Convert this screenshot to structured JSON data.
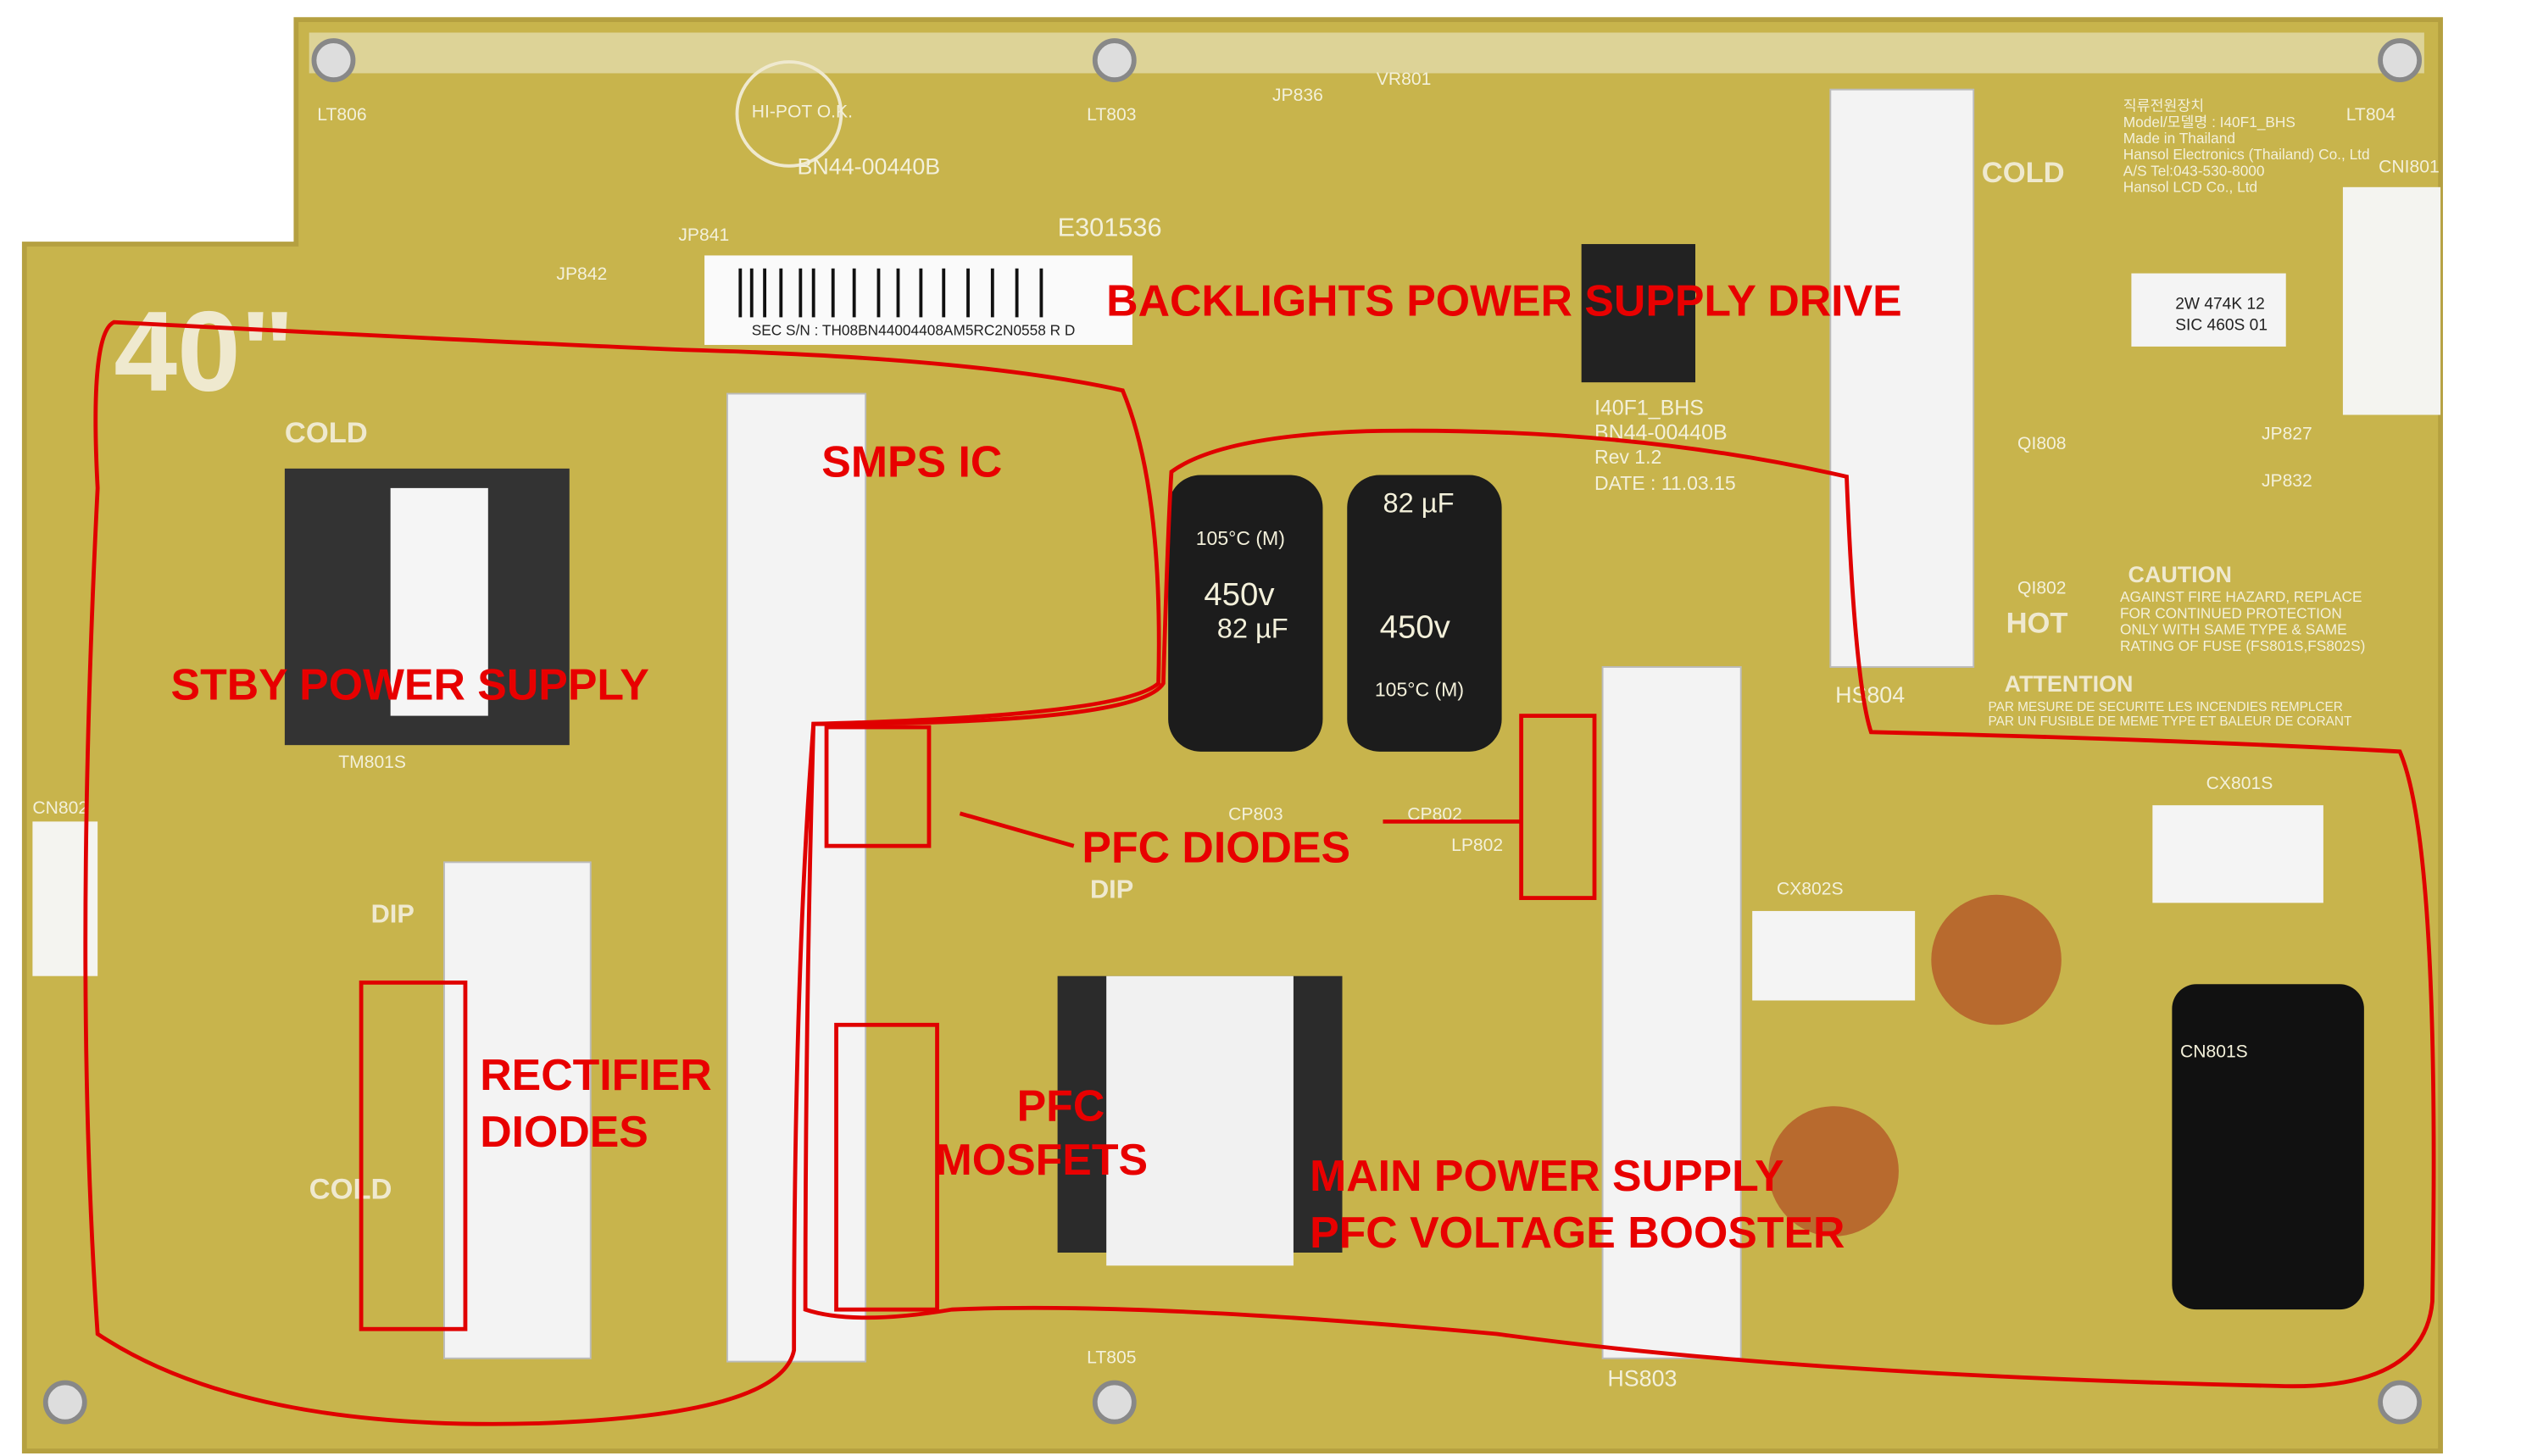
{
  "board": {
    "size_mark": "40\"",
    "part_number": "BN44-00440B",
    "hipot": "HI-POT O.K.",
    "ul_code": "E301536",
    "serial": "SEC S/N : TH08BN44004408AM5RC2N0558   R D",
    "model_block": [
      "직류전원장치",
      "Model/모델명 : I40F1_BHS",
      "Made in Thailand",
      "Hansol Electronics (Thailand) Co., Ltd",
      "A/S Tel:043-530-8000",
      "Hansol LCD Co., Ltd"
    ],
    "rev_block": [
      "I40F1_BHS",
      "BN44-00440B",
      "Rev 1.2",
      "DATE : 11.03.15"
    ],
    "caution_title": "CAUTION",
    "caution_lines": [
      "AGAINST FIRE HAZARD, REPLACE",
      "FOR CONTINUED PROTECTION",
      "ONLY WITH SAME TYPE & SAME",
      "RATING OF FUSE (FS801S,FS802S)"
    ],
    "attention_title": "ATTENTION",
    "attention_lines": [
      "PAR MESURE DE SECURITE LES INCENDIES REMPLCER",
      "PAR UN FUSIBLE DE MEME TYPE ET BALEUR DE CORANT"
    ],
    "cold": "COLD",
    "hot": "HOT",
    "dip": "DIP",
    "labels": [
      "LT806",
      "LT803",
      "LT804",
      "CNI801",
      "HS804",
      "HS803",
      "LT805",
      "CN802",
      "TM801S",
      "JP836",
      "VR801",
      "JP842",
      "JP841",
      "JP827",
      "JP832",
      "CX801S",
      "CX802S",
      "CN801S",
      "LP802",
      "CP803",
      "CP802",
      "QI808",
      "QI802"
    ],
    "cap_text": [
      "105°C (M)",
      "450v",
      "82 µF",
      "105°C (M)"
    ],
    "resistor_text": [
      "2W 474K 12",
      "SIC 460S 01"
    ]
  },
  "annotations": {
    "backlight": "BACKLIGHTS POWER SUPPLY DRIVE",
    "smps": "SMPS IC",
    "stby": "STBY POWER SUPPLY",
    "pfc_diodes": "PFC DIODES",
    "rectifier_1": "RECTIFIER",
    "rectifier_2": "DIODES",
    "pfc_mosfets_1": "PFC",
    "pfc_mosfets_2": "MOSFETS",
    "main_1": "MAIN POWER SUPPLY",
    "main_2": "PFC VOLTAGE BOOSTER"
  },
  "colors": {
    "board": "#c9b64e",
    "annotation": "#e00000",
    "heatsink": "#f2f2f2"
  }
}
